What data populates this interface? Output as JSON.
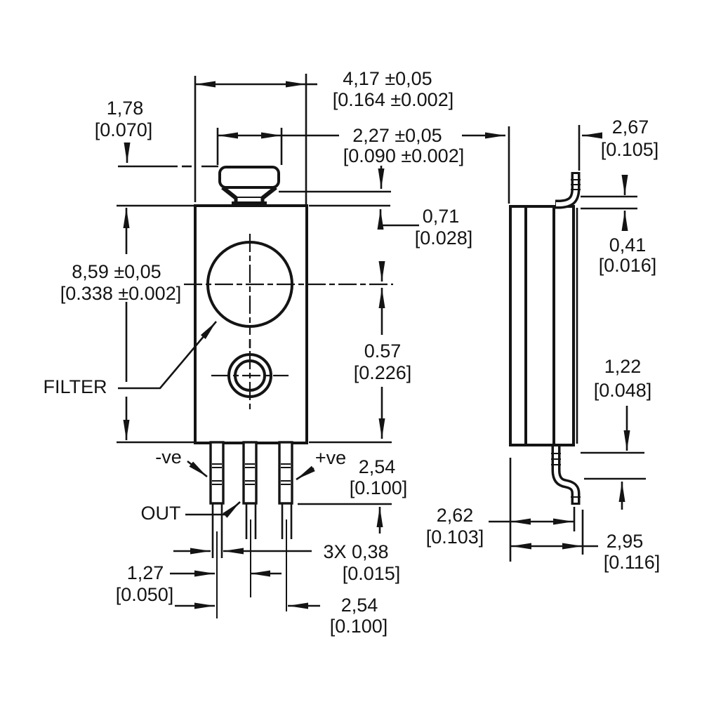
{
  "labels": {
    "filter": "FILTER",
    "pin_negative": "-ve",
    "pin_positive": "+ve",
    "pin_out": "OUT"
  },
  "dimensions": {
    "body_width": {
      "mm": "4,17 ±0,05",
      "inch": "[0.164 ±0.002]"
    },
    "lens_height": {
      "mm": "1,78",
      "inch": "[0.070]"
    },
    "lens_width": {
      "mm": "2,27 ±0,05",
      "inch": "[0.090 ±0.002]"
    },
    "lens_offset": {
      "mm": "0,71",
      "inch": "[0.028]"
    },
    "body_height": {
      "mm": "8,59 ±0,05",
      "inch": "[0.338 ±0.002]"
    },
    "center_to_bottom": {
      "mm": "0.57",
      "inch": "[0.226]"
    },
    "pin_shoulder": {
      "mm": "2,54",
      "inch": "[0.100]"
    },
    "lead_width": {
      "mm": "3X  0,38",
      "inch": "[0.015]"
    },
    "lead_pitch_half": {
      "mm": "1,27",
      "inch": "[0.050]"
    },
    "lead_pitch_full": {
      "mm": "2,54",
      "inch": "[0.100]"
    },
    "tab_offset": {
      "mm": "2,67",
      "inch": "[0.105]"
    },
    "tab_thickness": {
      "mm": "0,41",
      "inch": "[0.016]"
    },
    "lead_bend_height": {
      "mm": "1,22",
      "inch": "[0.048]"
    },
    "body_depth": {
      "mm": "2,62",
      "inch": "[0.103]"
    },
    "depth_with_lead": {
      "mm": "2,95",
      "inch": "[0.116]"
    }
  }
}
